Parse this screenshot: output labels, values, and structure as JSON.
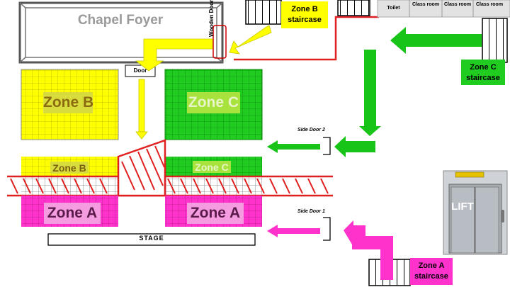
{
  "foyer": {
    "title": "Chapel Foyer",
    "door_label": "Door",
    "wooden_door_label": "Wooden Door"
  },
  "zones": {
    "zone_b_block": "Zone B",
    "zone_c_block": "Zone C",
    "zone_b_row": "Zone B",
    "zone_c_row": "Zone C",
    "zone_a_left": "Zone A",
    "zone_a_right": "Zone A"
  },
  "staircases": {
    "zone_b": "Zone B staircase",
    "zone_c": "Zone C staircase",
    "zone_a": "Zone A staircase"
  },
  "side_doors": {
    "door_2": "Side Door 2",
    "door_1": "Side Door 1"
  },
  "stage_label": "STAGE",
  "lift_label": "LIFT",
  "rooms": [
    "Toilet",
    "Class room",
    "Class room",
    "Class room"
  ],
  "colors": {
    "zone_b": "#ffff00",
    "zone_c": "#1fcc1f",
    "zone_a": "#ff33cc",
    "arrow_yellow": "#ffff00",
    "arrow_green": "#17c417",
    "arrow_magenta": "#ff33cc",
    "barrier_red": "#e02020",
    "zone_b_text": "#8b6a10",
    "zone_c_text": "#e8f5c8",
    "zone_a_text": "#5a1a4a"
  },
  "icons": [
    "staircase-icon",
    "lift-icon"
  ]
}
